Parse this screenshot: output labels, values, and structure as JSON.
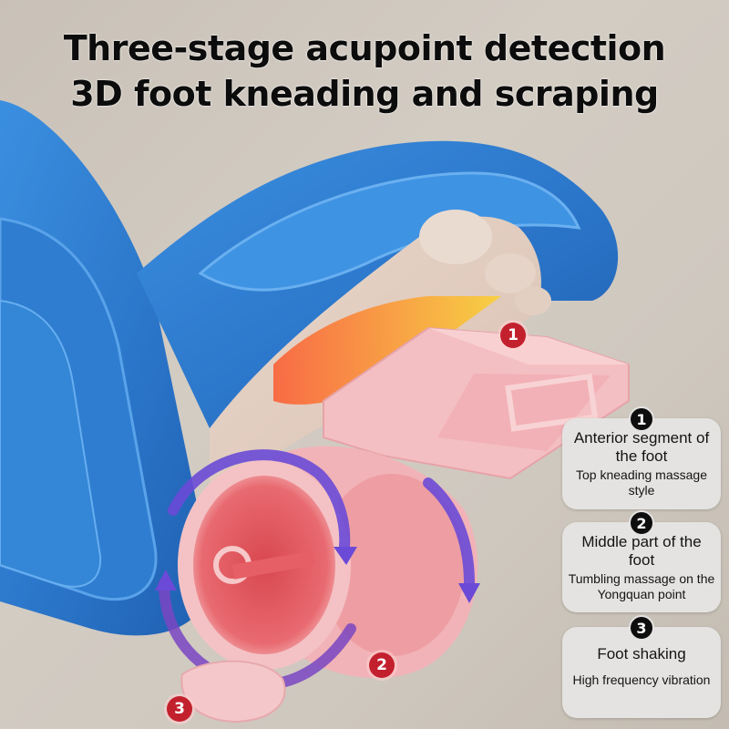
{
  "headline": {
    "line1": "Three-stage acupoint detection",
    "line2": "3D foot kneading and scraping"
  },
  "markers": [
    {
      "number": "1",
      "label": "front-kneading-head"
    },
    {
      "number": "2",
      "label": "middle-roller"
    },
    {
      "number": "3",
      "label": "rear-vibration-unit"
    }
  ],
  "cards": [
    {
      "number": "1",
      "title": "Anterior segment of the foot",
      "subtitle": "Top kneading massage style"
    },
    {
      "number": "2",
      "title": "Middle part of the foot",
      "subtitle": "Tumbling massage on the Yongquan point"
    },
    {
      "number": "3",
      "title": "Foot shaking",
      "subtitle": "High frequency vibration"
    }
  ],
  "colors": {
    "background": "#cdc6bd",
    "device_blue": "#2f7fd0",
    "mechanism_pink": "#f2b8bb",
    "roller_red": "#e0545c",
    "arrow_purple": "#6a4ad6",
    "marker_red": "#c3202e",
    "card_bg": "#e4e3e1",
    "badge_black": "#0e0e0e"
  }
}
